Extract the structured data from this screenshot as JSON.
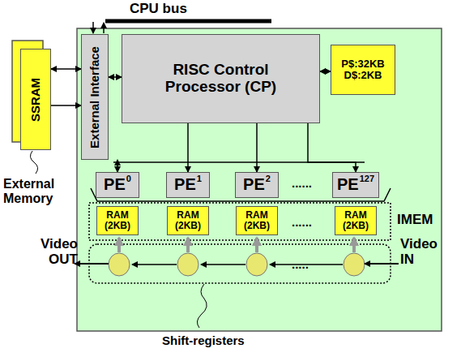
{
  "diagram": {
    "nodes": [
      {
        "text": [
          "SSRAM"
        ]
      },
      {
        "text": [
          "External Interface"
        ]
      },
      {
        "text": [
          "RISC Control Processor (CP)"
        ]
      },
      {
        "text": [
          "P$:32KB D$:2KB"
        ]
      },
      {
        "text": [
          "PE",
          "0"
        ]
      },
      {
        "text": [
          "PE",
          "1"
        ]
      },
      {
        "text": [
          "PE",
          "2"
        ]
      },
      {
        "text": [
          "PE",
          "127"
        ]
      },
      {
        "text": [
          "RAM (2KB)"
        ]
      },
      {
        "text": [
          "RAM (2KB)"
        ]
      },
      {
        "text": [
          "RAM (2KB)"
        ]
      },
      {
        "text": [
          "RAM (2KB)"
        ]
      }
    ],
    "edges": [
      {
        "from": 0,
        "to": 1,
        "arrow": "both"
      },
      {
        "from": 0,
        "to": 1,
        "arrow": "to"
      },
      {
        "from": 1,
        "to": 2,
        "arrow": "both"
      },
      {
        "from": 2,
        "to": 3,
        "arrow": "both"
      },
      {
        "from": 1,
        "to": 4,
        "arrow": "both"
      },
      {
        "from": 2,
        "to": 5,
        "arrow": "to"
      },
      {
        "from": 2,
        "to": 6,
        "arrow": "to"
      },
      {
        "from": 2,
        "to": 7,
        "arrow": "to"
      }
    ],
    "labels": [
      "CPU bus",
      "External Memory",
      "......",
      "......",
      "IMEM",
      "Video OUT",
      "Video IN",
      ".....",
      "Shift-registers"
    ]
  }
}
